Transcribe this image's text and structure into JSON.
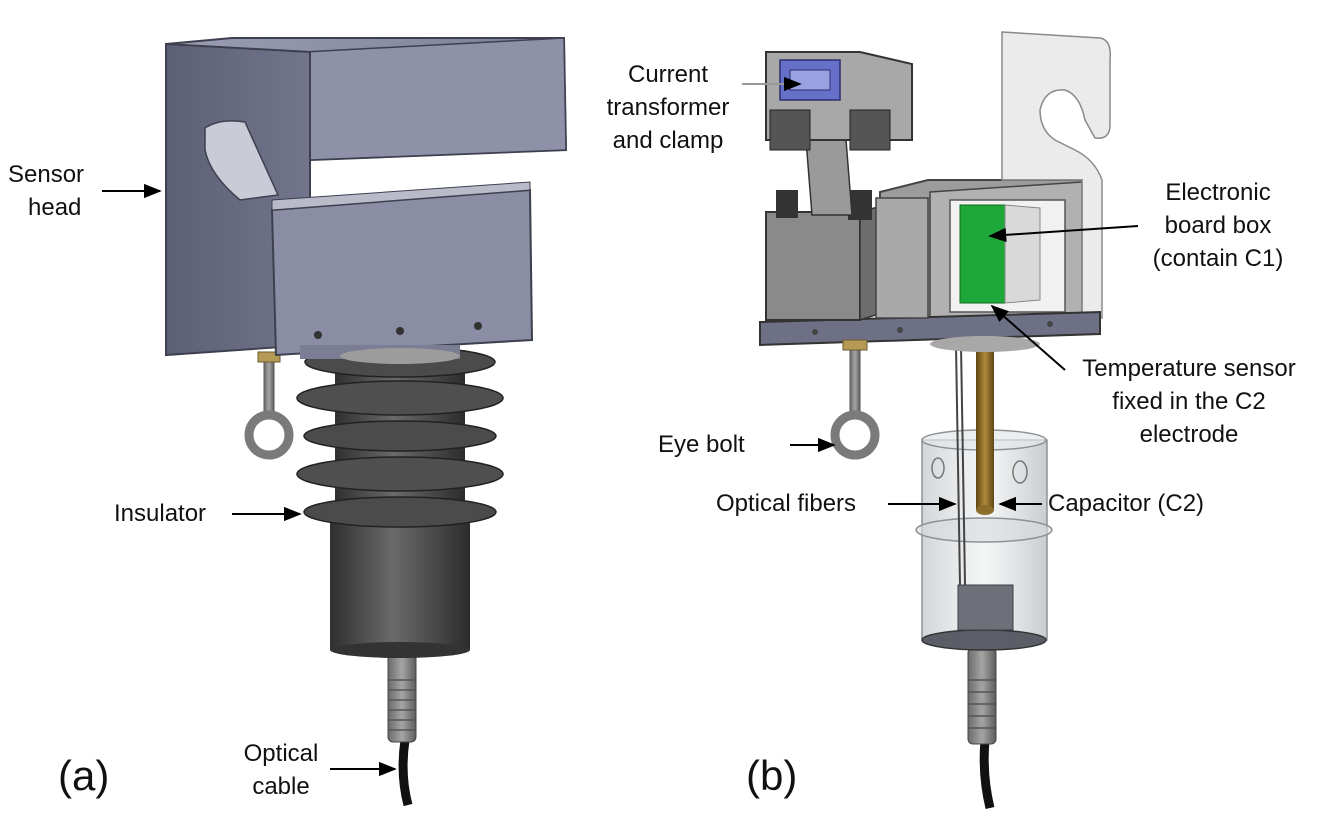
{
  "colors": {
    "housing_light": "#8b8ea6",
    "housing_mid": "#707389",
    "housing_dark": "#4f5266",
    "insulator": "#5a5a5a",
    "insulator_dark": "#3d3d3d",
    "board": "#1fa83a",
    "ct_core": "#6670c8",
    "brass": "#8c6d2a",
    "glass": "#d6dadd",
    "arrow": "#000000"
  },
  "panel_a": {
    "tag": "(a)",
    "labels": {
      "sensor_head": [
        "Sensor",
        "head"
      ],
      "insulator": "Insulator",
      "optical_cable": [
        "Optical",
        "cable"
      ]
    }
  },
  "panel_b": {
    "tag": "(b)",
    "labels": {
      "current_transformer": [
        "Current",
        "transformer",
        "and clamp"
      ],
      "electronic_board": [
        "Electronic",
        "board box",
        "(contain C1)"
      ],
      "temperature_sensor": [
        "Temperature sensor",
        "fixed in the C2",
        "electrode"
      ],
      "eye_bolt": "Eye bolt",
      "optical_fibers": "Optical fibers",
      "capacitor": "Capacitor (C2)"
    }
  }
}
